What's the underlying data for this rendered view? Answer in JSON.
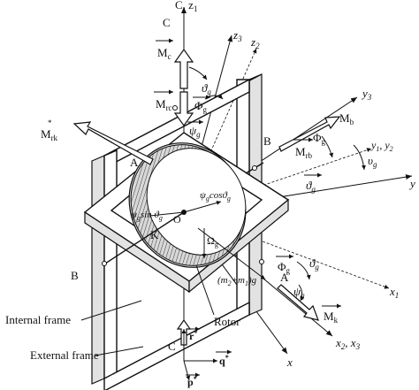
{
  "labels": {
    "axis_c_z1": "C, z",
    "axis_c_z1_sub": "1",
    "z3": "z",
    "z3_sub": "3",
    "z2": "z",
    "z2_sub": "2",
    "y3": "y",
    "y3_sub": "3",
    "y1_y2": "y",
    "y1_y2_mid": "1",
    "y1_y2_sep": ", y",
    "y1_y2_sub": "2",
    "y_axis": "y",
    "x_axis": "x",
    "x1": "x",
    "x1_sub": "1",
    "x2_x3": "x",
    "x2_x3_a": "2",
    "x2_x3_sep": ", x",
    "x2_x3_b": "3",
    "c_top": "C",
    "c_bottom": "C",
    "b_right": "B",
    "b_left": "B",
    "a_top": "A",
    "a_bottom": "A",
    "k": "K",
    "o": "O",
    "mc": "M",
    "mc_sub": "c",
    "mrc": "M",
    "mrc_sub": "rc",
    "mrk": "M",
    "mrk_sub": "rk",
    "mb": "M",
    "mb_sub": "b",
    "mrb": "M",
    "mrb_sub": "rb",
    "mk": "M",
    "mk_sub": "k",
    "theta_g_top": "ϑ",
    "theta_g_top_sub": "g",
    "phi_g_top": "Φ",
    "phi_g_top_sub": "g",
    "psi_g_dot": "ψ",
    "psi_g_dot_sub": "g",
    "phi_g_right": "Φ",
    "phi_g_right_sub": "g",
    "upsilon_g": "υ",
    "upsilon_g_sub": "g",
    "theta_g_dot": "ϑ",
    "theta_g_dot_sub": "g",
    "psi_cos": "ψ",
    "psi_cos_mid": "g",
    "psi_cos_text": "cosϑ",
    "psi_cos_sub": "g",
    "psi_sin": "ψ",
    "psi_sin_mid": "g",
    "psi_sin_text": "sin ϑ",
    "psi_sin_sub": "g",
    "omega_g": "Ω",
    "omega_g_sub": "g",
    "phi_g_dot_bottom": "Φ",
    "phi_g_dot_bottom_sub": "g",
    "mass_term": "(m",
    "mass_2": "2",
    "mass_plus": "+m",
    "mass_1": "1",
    "mass_g": ")g",
    "theta_g_bottom": "ϑ",
    "theta_g_bottom_sub": "g",
    "psi_g_bottom": "ψ",
    "psi_g_bottom_sub": "g",
    "r_star": "r",
    "q_star": "q",
    "p_star": "p",
    "star": "*",
    "internal_frame": "Internal frame",
    "rotor": "Rotor",
    "external_frame": "External frame"
  }
}
